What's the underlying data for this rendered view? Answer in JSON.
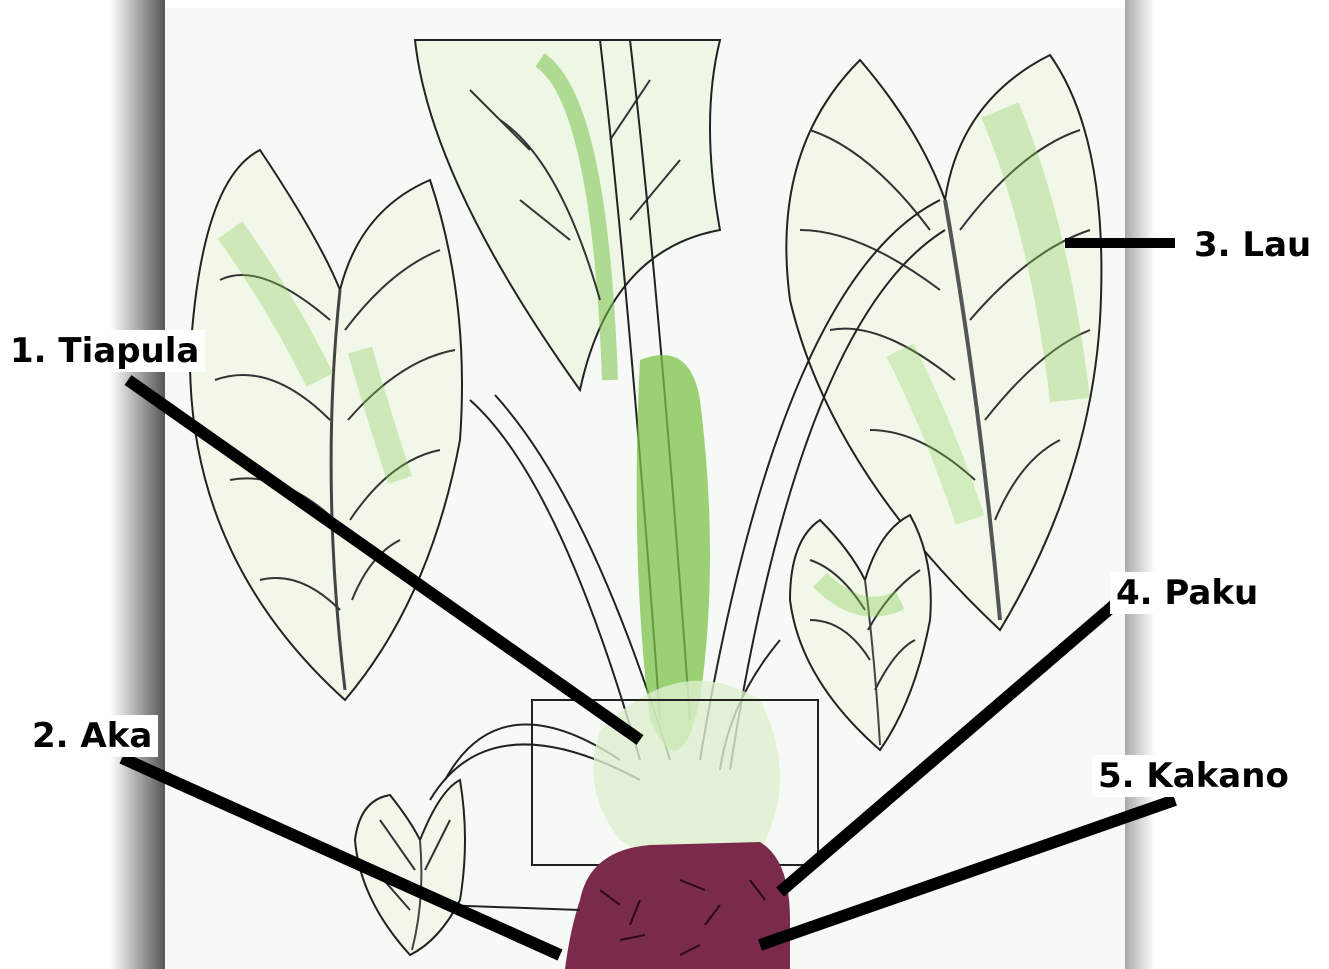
{
  "labels": {
    "tiapula": "1. Tiapula",
    "aka": "2.  Aka",
    "lau": "3.  Lau",
    "paku": "4.  Paku",
    "kakano": "5.   Kakano"
  },
  "colors": {
    "leaf_green": "#8ccf5a",
    "stem_green": "#7cc24a",
    "corm_purple": "#7a2a4a",
    "outline": "#222222",
    "leader_line": "#000000",
    "background": "#f6f9f6"
  }
}
